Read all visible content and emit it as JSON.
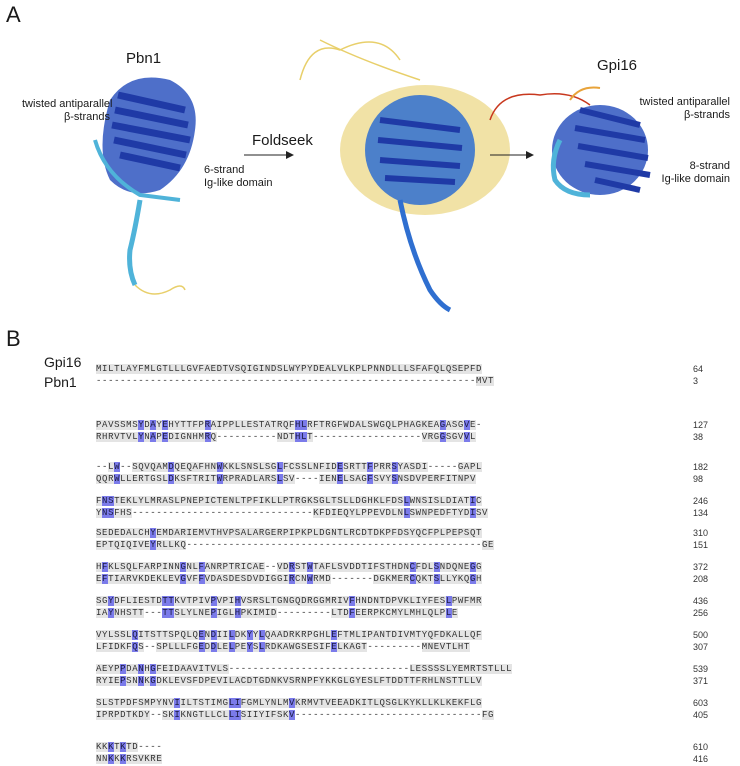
{
  "panel_a": {
    "letter": "A",
    "pbn1_title": "Pbn1",
    "pbn1_label_strands": "twisted antiparallel\nβ-strands",
    "pbn1_label_domain": "6-strand\nIg-like domain",
    "foldseek_label": "Foldseek",
    "gpi16_title": "Gpi16",
    "gpi16_label_strands": "twisted antiparallel\nβ-strands",
    "gpi16_label_domain": "8-strand\nIg-like domain",
    "colors": {
      "dark_blue": "#1f3aa6",
      "mid_blue": "#2f6fd0",
      "light_blue": "#4fb3d9",
      "yellow": "#e8cf6a",
      "orange": "#e8a33a",
      "red": "#c8381e"
    }
  },
  "panel_b": {
    "letter": "B",
    "name_gpi16": "Gpi16",
    "name_pbn1": "Pbn1",
    "highlight_color": "#7b7bea",
    "blocks": [
      {
        "top": "MILTLAYFMLGTLLLGVFAEDTVSQIGINDSLWYPYDEALVLKPLPNNDLLLSFAFQLQSEPFD",
        "top_num": "64",
        "bot": "---------------------------------------------------------------MVT",
        "bot_num": "3"
      },
      {
        "top": "PAVSSMSYDAYEHYTTFPRAIPPLLESTATRQFHLRFTRGFWDALSWGQLPHAGKEAGASGVE-",
        "top_num": "127",
        "bot": "RHRVTVLYNAPEDIGNHMRQ----------NDTHLT------------------VRGGSGVVL",
        "bot_num": "38"
      },
      {
        "top": "--LW--SQVQAMDQEQAFHNWKKLSNSLSGLFCSSLNFIDESRTTFPRRSYASDI-----GAPL",
        "top_num": "182",
        "bot": "QQRWLLERTGSLDKSFTRITWRPRADLARSLSV----IENELSAGFSVYSNSDVPERFITNPV",
        "bot_num": "98"
      },
      {
        "top": "FNSTEKLYLMRASLPNEPICTENLTPFIKLLPTRGKSGLTSLLDGHKLFDSLWNSISLDIATIC",
        "top_num": "246",
        "bot": "YNSFHS------------------------------KFDIEQYLPPEVDLNLSWNPEDFTYDISV",
        "bot_num": "134"
      },
      {
        "top": "SEDEDALCHYEMDARIEMVTHVPSALARGERPIPKPLDGNTLRCDTDKPFDSYQCFPLPEPSQT",
        "top_num": "310",
        "bot": "EPTQIQIVEYRLLKQ-------------------------------------------------GE",
        "bot_num": "151"
      },
      {
        "top": "HFKLSQLFARPINNGNLFANRPTRICAE--VDRSTWTAFLSVDDTIFSTHDNCFDLSNDQNEGG",
        "top_num": "372",
        "bot": "EFTIARVKDEKLEVGVFFVDASDESDVDIGGIRCNWRMD-------DGKMERCQKTSLLYKQGH",
        "bot_num": "208"
      },
      {
        "top": "SGYDFLIESTDTTKVTPIVPVPIHVSRSLTGNGQDRGGMRIVFHNDNTDPVKLIYFESLPWFMR",
        "top_num": "436",
        "bot": "IAYNHSTT---TTSLYLNEPIGLHPKIMID---------LTDFEERPKCMYLMHLQLPLE",
        "bot_num": "256"
      },
      {
        "top": "VYLSSLQITSTTSPQLQENDIILDKYYLQAADRKRPGHLEFTMLIPANTDIVMTYQFDKALLQF",
        "top_num": "500",
        "bot": "LFIDKFQS--SPLLLFGEDDLELPEYSLRDKAWGSESIFELKAGT---------MNEVTLHT",
        "bot_num": "307"
      },
      {
        "top": "AEYPPDANHGFEIDAAVITVLS------------------------------LESSSSLYEMRTSTLLL",
        "top_num": "539",
        "bot": "RYIEPSNNKGDKLEVSFDPEVILACDTGDNKVSRNPFYKKGLGYESLFTDDTTFRHLNSTTLLV",
        "bot_num": "371"
      },
      {
        "top": "SLSTPDFSMPYNVIILTSTIMGLIFGMLYNLMVKRMVTVEEADKITLQSGLKYKLLKLKEKFLG",
        "top_num": "603",
        "bot": "IPRPDTKDY--SKIKNGTLLCLLISIIYIFSKV-------------------------------FG",
        "bot_num": "405"
      },
      {
        "top": "KKKTKTD----",
        "top_num": "610",
        "bot": "NNKKKRSVKRE",
        "bot_num": "416"
      }
    ]
  }
}
